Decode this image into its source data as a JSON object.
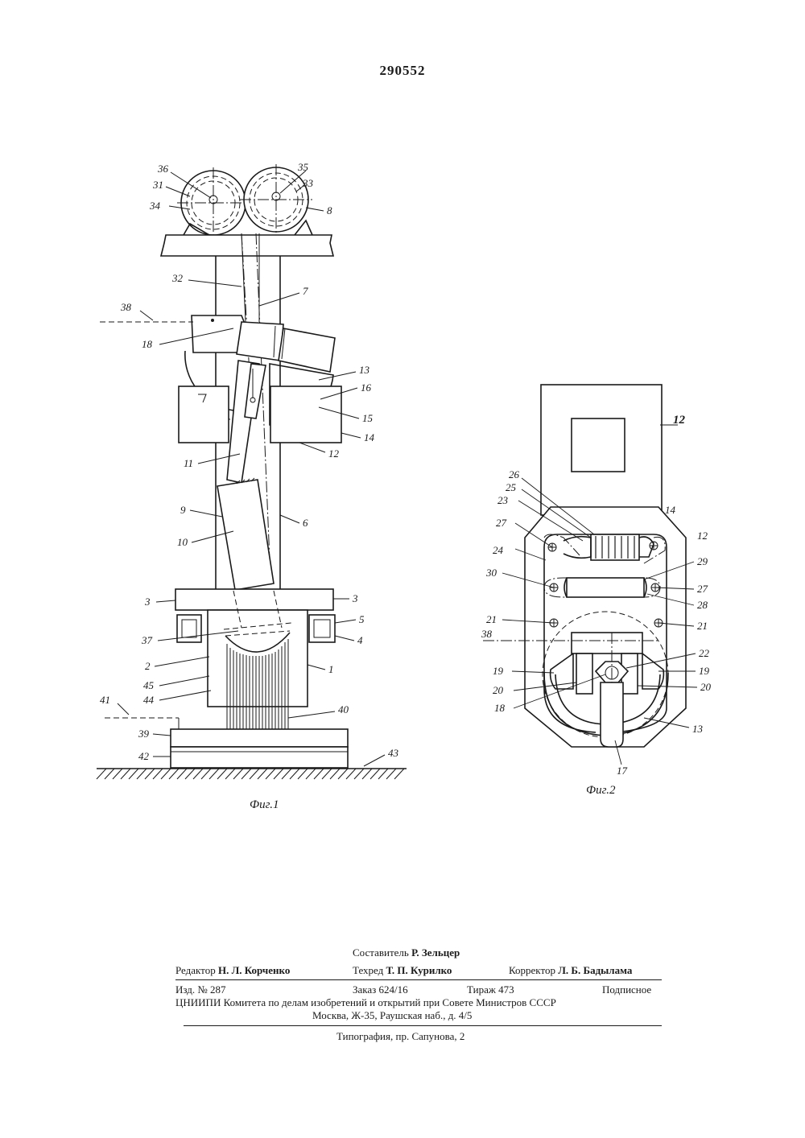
{
  "patent_number": "290552",
  "figures": {
    "fig1": {
      "caption": "Фиг.1",
      "labels": [
        "36",
        "35",
        "31",
        "33",
        "34",
        "8",
        "32",
        "7",
        "38",
        "18",
        "13",
        "16",
        "15",
        "14",
        "12",
        "11",
        "9",
        "6",
        "10",
        "3",
        "3",
        "5",
        "37",
        "4",
        "2",
        "1",
        "45",
        "44",
        "41",
        "40",
        "39",
        "42",
        "43"
      ]
    },
    "fig2": {
      "caption": "Фиг.2",
      "labels": [
        "12",
        "26",
        "25",
        "23",
        "14",
        "27",
        "12",
        "24",
        "29",
        "30",
        "27",
        "28",
        "21",
        "21",
        "38",
        "22",
        "19",
        "19",
        "20",
        "20",
        "18",
        "13",
        "17"
      ]
    }
  },
  "imprint": {
    "compiler_label": "Составитель",
    "compiler_name": "Р. Зельцер",
    "editor_label": "Редактор",
    "editor_name": "Н. Л. Корченко",
    "techred_label": "Техред",
    "techred_name": "Т. П. Курилко",
    "corrector_label": "Корректор",
    "corrector_name": "Л. Б. Бадылама",
    "izd": "Изд. № 287",
    "order": "Заказ 624/16",
    "print_run": "Тираж 473",
    "subscription": "Подписное",
    "org_line_1": "ЦНИИПИ Комитета по делам изобретений и открытий при Совете Министров СССР",
    "org_line_2": "Москва, Ж-35, Раушская наб., д. 4/5",
    "printing_house": "Типография, пр. Сапунова, 2"
  }
}
